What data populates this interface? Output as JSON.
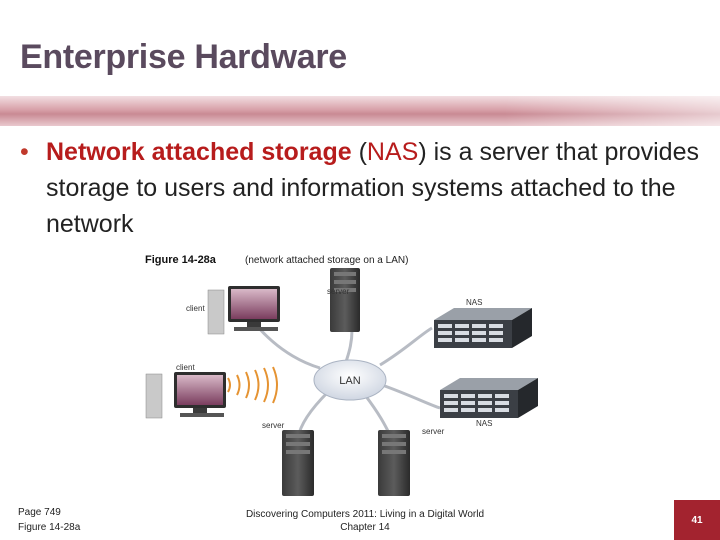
{
  "slide": {
    "title": "Enterprise Hardware",
    "bullet": {
      "term": "Network attached storage",
      "paren_open": " (",
      "abbr": "NAS",
      "rest": ") is a server that provides storage to users and information systems attached to the network"
    }
  },
  "figure": {
    "caption_label": "Figure 14-28a",
    "caption_text": "(network attached storage on a LAN)",
    "labels": {
      "client_top": "client",
      "client_bottom": "client",
      "server_top": "server",
      "server_left": "server",
      "server_right": "server",
      "nas_top": "NAS",
      "nas_bottom": "NAS",
      "lan": "LAN"
    }
  },
  "footer": {
    "page_ref": "Page 749",
    "figure_ref": "Figure 14-28a",
    "book_title": "Discovering Computers 2011: Living in a Digital World",
    "chapter": "Chapter 14",
    "slide_number": "41"
  },
  "colors": {
    "title": "#5a4a5e",
    "accent_red": "#b71c1c",
    "page_box": "#a3232f"
  }
}
